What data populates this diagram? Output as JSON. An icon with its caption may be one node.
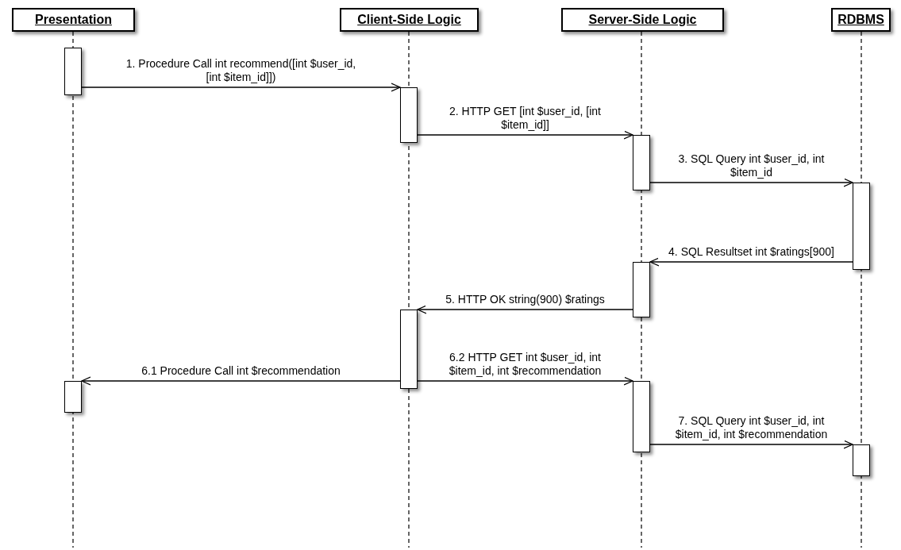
{
  "diagram": {
    "nodes": [
      {
        "text": [
          "Presentation"
        ]
      },
      {
        "text": [
          "Client-Side Logic"
        ]
      },
      {
        "text": [
          "Server-Side Logic"
        ]
      },
      {
        "text": [
          "RDBMS"
        ]
      },
      {
        "text": [],
        "shape": "bar"
      },
      {
        "text": [],
        "shape": "bar"
      },
      {
        "text": [],
        "shape": "bar"
      },
      {
        "text": [],
        "shape": "bar"
      },
      {
        "text": [],
        "shape": "bar"
      },
      {
        "text": [],
        "shape": "bar"
      },
      {
        "text": [],
        "shape": "bar"
      },
      {
        "text": [],
        "shape": "bar"
      },
      {
        "text": [],
        "shape": "bar"
      }
    ],
    "edges": [
      {
        "from": 4,
        "to": 5,
        "arrow": "to",
        "label": "1. Procedure Call int recommend([int $user_id, [int $item_id]])"
      },
      {
        "from": 5,
        "to": 6,
        "arrow": "to",
        "label": "2. HTTP GET [int $user_id, [int $item_id]]"
      },
      {
        "from": 6,
        "to": 7,
        "arrow": "to",
        "label": "3. SQL Query int $user_id, int $item_id"
      },
      {
        "from": 7,
        "to": 8,
        "arrow": "to",
        "label": "4. SQL Resultset int $ratings[900]"
      },
      {
        "from": 8,
        "to": 9,
        "arrow": "to",
        "label": "5. HTTP OK string(900) $ratings"
      },
      {
        "from": 9,
        "to": 10,
        "arrow": "to",
        "label": "6.1 Procedure Call int $recommendation"
      },
      {
        "from": 9,
        "to": 11,
        "arrow": "to",
        "label": "6.2 HTTP GET int $user_id, int $item_id, int $recommendation"
      },
      {
        "from": 11,
        "to": 12,
        "arrow": "to",
        "label": "7. SQL Query int $user_id, int $item_id, int $recommendation"
      }
    ]
  }
}
